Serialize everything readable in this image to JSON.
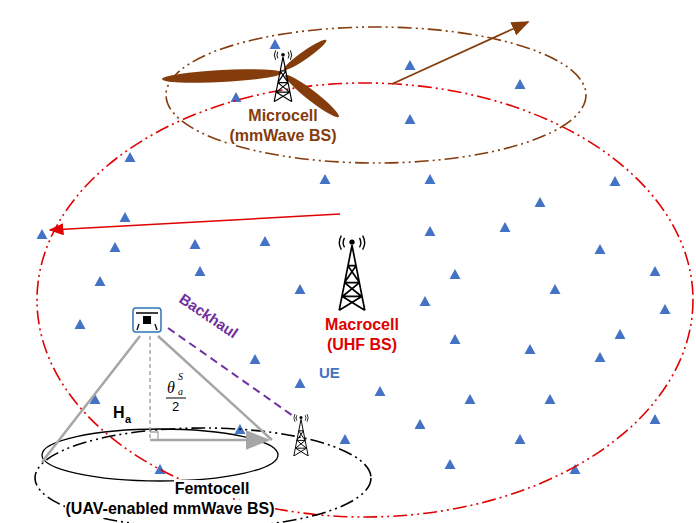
{
  "diagram": {
    "labels": [
      "Microcell",
      "(mmWave BS)",
      "Macrocell",
      "(UHF BS)",
      "UE",
      "Backhaul",
      "θ",
      "S",
      "a",
      "2",
      "H",
      "a",
      "Femtocell",
      "(UAV-enabled mmWave BS)"
    ]
  }
}
